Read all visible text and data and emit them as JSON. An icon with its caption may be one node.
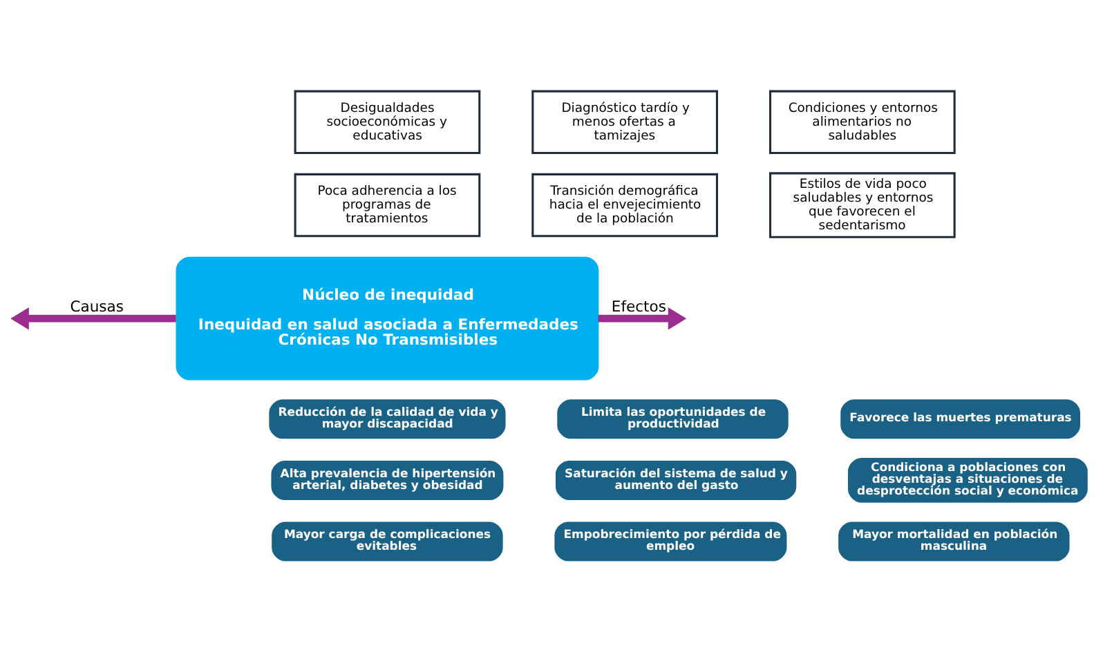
{
  "diagram": {
    "nodes": [
      {
        "text": [
          "Desigualdades socioeconómicas y educativas"
        ]
      },
      {
        "text": [
          "Diagnóstico tardío y menos ofertas a tamizajes"
        ]
      },
      {
        "text": [
          "Condiciones y entornos alimentarios no saludables"
        ]
      },
      {
        "text": [
          "Poca adherencia a los programas de tratamientos"
        ]
      },
      {
        "text": [
          "Transición demográfica hacia el envejecimiento de la población"
        ]
      },
      {
        "text": [
          "Estilos de vida poco saludables y entornos que favorecen el  sedentarismo"
        ]
      },
      {
        "text": [
          "Núcleo de inequidad",
          "Inequidad en salud asociada a Enfermedades Crónicas No Transmisibles"
        ]
      },
      {
        "text": [
          "Reducción de la calidad de vida y mayor discapacidad"
        ]
      },
      {
        "text": [
          "Limita las oportunidades de productividad"
        ]
      },
      {
        "text": [
          "Favorece las muertes prematuras"
        ]
      },
      {
        "text": [
          "Alta prevalencia de hipertensión arterial, diabetes y obesidad"
        ]
      },
      {
        "text": [
          "Saturación del sistema de salud y aumento del gasto"
        ]
      },
      {
        "text": [
          "Condiciona a poblaciones con desventajas a situaciones de desprotección social y económica"
        ]
      },
      {
        "text": [
          "Mayor carga de complicaciones evitables"
        ]
      },
      {
        "text": [
          "Empobrecimiento por pérdida de empleo"
        ]
      },
      {
        "text": [
          "Mayor mortalidad en población masculina"
        ]
      }
    ],
    "edges": [
      {
        "from": 6,
        "to": null,
        "arrow": "to",
        "label": "Causas"
      },
      {
        "from": 6,
        "to": null,
        "arrow": "to",
        "label": "Efectos"
      }
    ]
  }
}
